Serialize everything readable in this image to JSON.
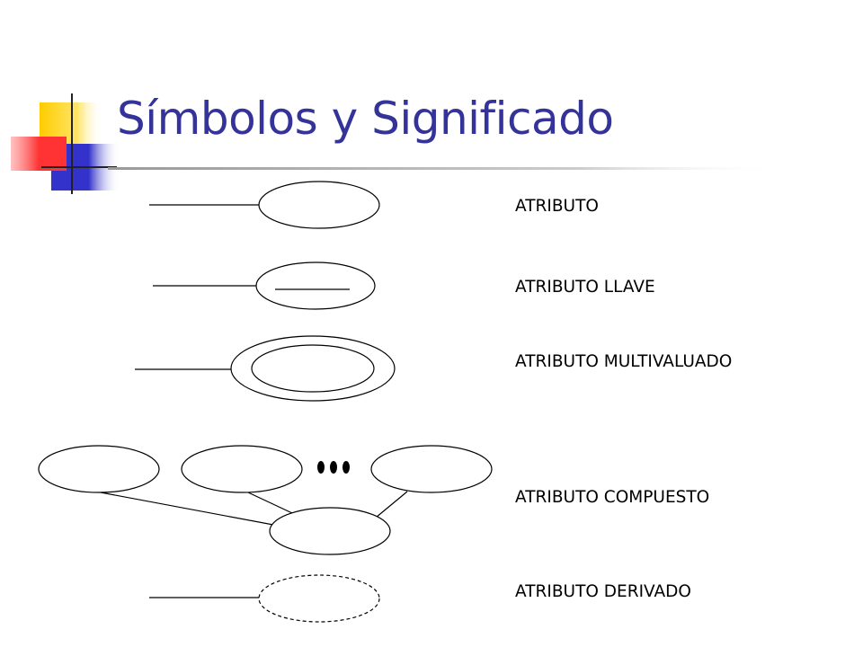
{
  "slide": {
    "title": "Símbolos y Significado"
  },
  "colors": {
    "title": "#333399",
    "logo_yellow": "#ffcc00",
    "logo_red": "#ff3333",
    "logo_blue": "#3333cc",
    "title_rule": "#cccccc"
  },
  "symbols": [
    {
      "label": "ATRIBUTO"
    },
    {
      "label": "ATRIBUTO LLAVE"
    },
    {
      "label": "ATRIBUTO MULTIVALUADO"
    },
    {
      "label": "ATRIBUTO COMPUESTO"
    },
    {
      "label": "ATRIBUTO DERIVADO"
    }
  ]
}
